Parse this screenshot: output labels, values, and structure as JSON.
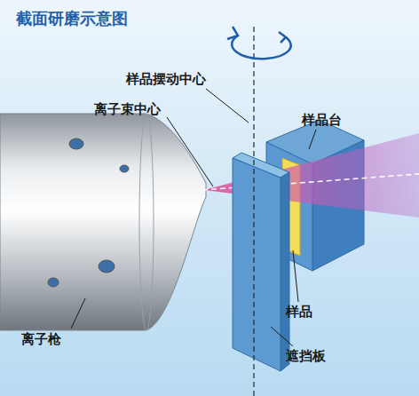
{
  "diagram": {
    "title": "截面研磨示意图",
    "labels": [
      "样品摆动中心",
      "离子束中心",
      "样品台",
      "样品",
      "遮挡板",
      "离子枪"
    ]
  }
}
